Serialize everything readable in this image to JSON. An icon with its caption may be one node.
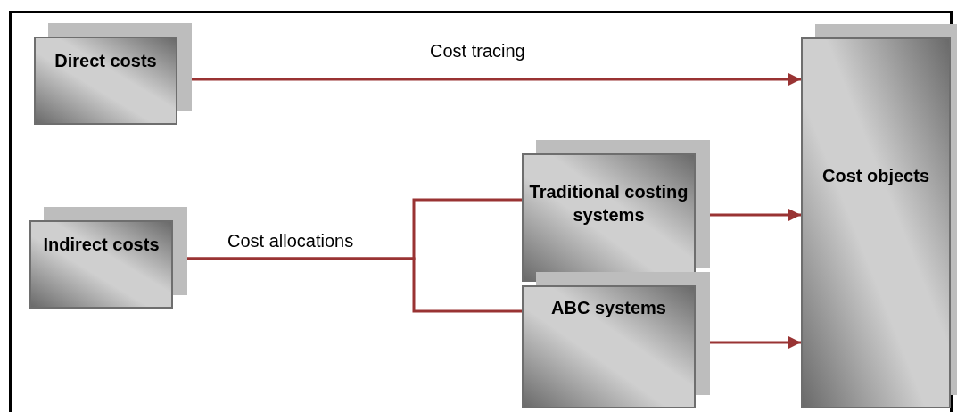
{
  "diagram": {
    "nodes": [
      {
        "text": [
          "Direct costs"
        ]
      },
      {
        "text": [
          "Indirect costs"
        ]
      },
      {
        "text": [
          "Traditional costing systems"
        ]
      },
      {
        "text": [
          "ABC systems"
        ]
      },
      {
        "text": [
          "Cost objects"
        ]
      }
    ],
    "edges": [
      {
        "from": 0,
        "to": 4,
        "arrow": "to",
        "label": "Cost tracing"
      },
      {
        "from": 1,
        "to": 2,
        "arrow": "none",
        "label": "Cost allocations"
      },
      {
        "from": 1,
        "to": 3,
        "arrow": "none"
      },
      {
        "from": 2,
        "to": 4,
        "arrow": "to"
      },
      {
        "from": 3,
        "to": 4,
        "arrow": "to"
      }
    ]
  }
}
